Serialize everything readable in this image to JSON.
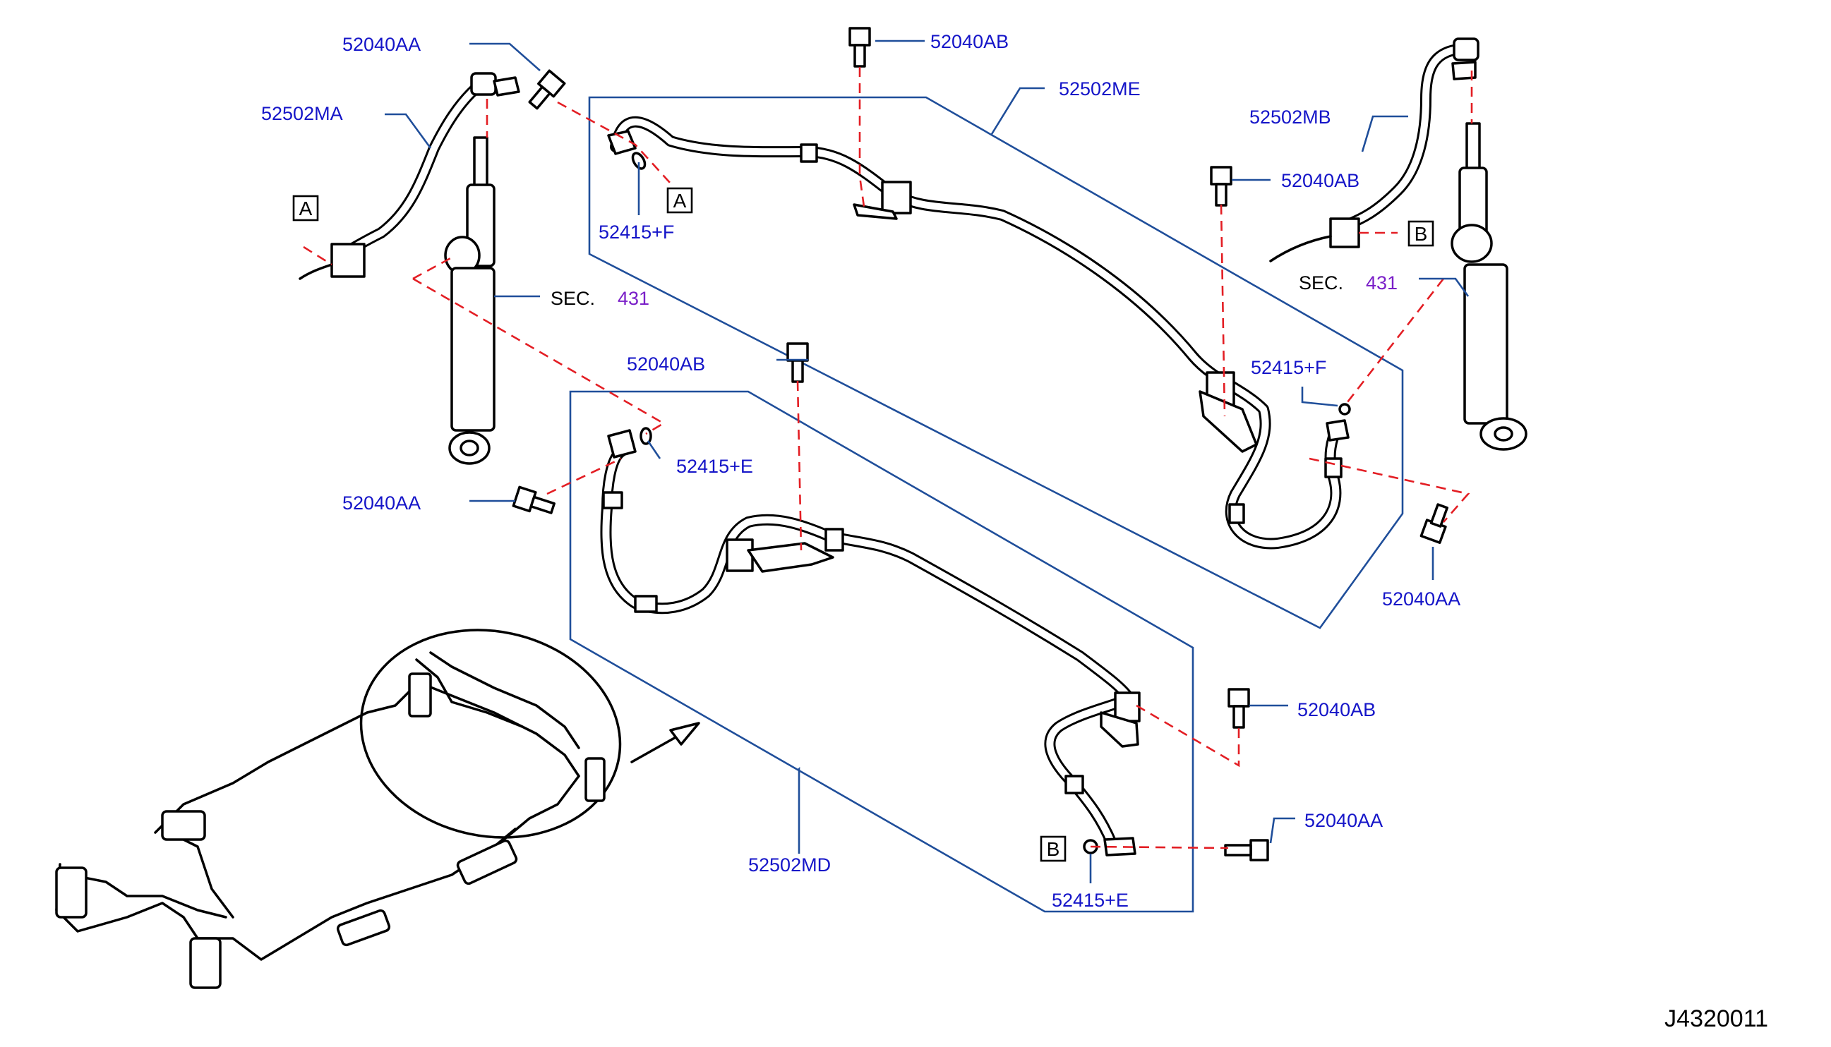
{
  "diagram_id": "J4320011",
  "callouts": [
    {
      "id": "c1",
      "text": "52040AA"
    },
    {
      "id": "c2",
      "text": "52502MA"
    },
    {
      "id": "c3",
      "text": "52040AB"
    },
    {
      "id": "c4",
      "text": "52502ME"
    },
    {
      "id": "c5",
      "text": "52502MB"
    },
    {
      "id": "c6",
      "text": "52040AB"
    },
    {
      "id": "c7",
      "text": "52415+F"
    },
    {
      "id": "c8",
      "text": "52040AB"
    },
    {
      "id": "c9",
      "text": "52415+E"
    },
    {
      "id": "c10",
      "text": "52040AA"
    },
    {
      "id": "c11",
      "text": "52415+F"
    },
    {
      "id": "c12",
      "text": "52040AA"
    },
    {
      "id": "c13",
      "text": "52040AB"
    },
    {
      "id": "c14",
      "text": "52040AA"
    },
    {
      "id": "c15",
      "text": "52502MD"
    },
    {
      "id": "c16",
      "text": "52415+E"
    }
  ],
  "section_refs": [
    {
      "id": "s1",
      "prefix": "SEC.",
      "number": "431"
    },
    {
      "id": "s2",
      "prefix": "SEC.",
      "number": "431"
    }
  ],
  "ref_markers": {
    "a": "A",
    "b": "B"
  },
  "colors": {
    "callout_text": "#1515c8",
    "leader_line": "#1f4e9a",
    "dashed_link": "#e31e24",
    "section_number": "#7a1fc8",
    "drawing": "#000000"
  }
}
